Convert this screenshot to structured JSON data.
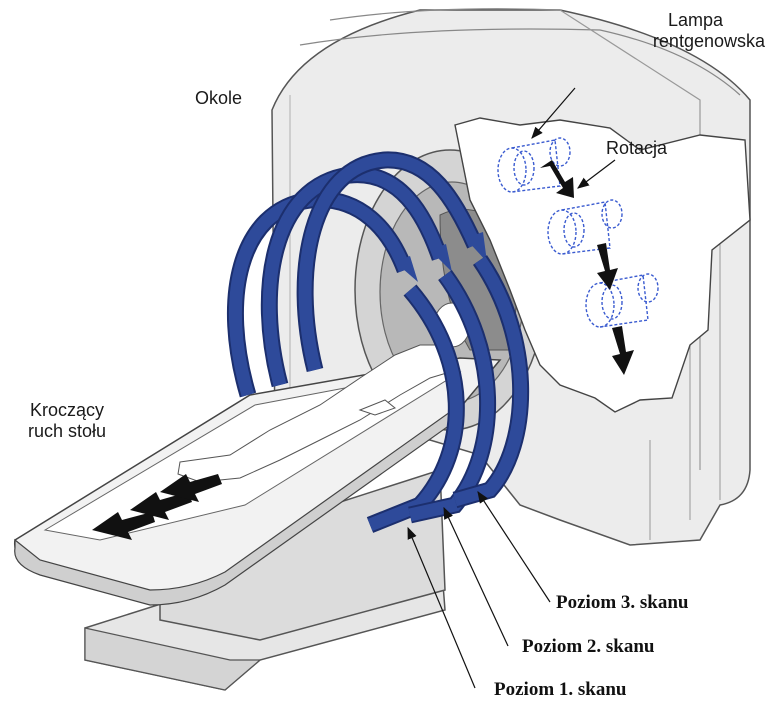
{
  "labels": {
    "gantry": "Okole",
    "tube_line1": "Lampa",
    "tube_line2": "rentgenowska",
    "rotation": "Rotacja",
    "table_line1": "Kroczący",
    "table_line2": "ruch stołu",
    "scan3": "Poziom 3. skanu",
    "scan2": "Poziom 2. skanu",
    "scan1": "Poziom 1. skanu"
  },
  "colors": {
    "helix_blue": "#2e4a9a",
    "helix_edge": "#1c2f6e",
    "gantry_fill": "#ececec",
    "gantry_shadow": "#cfcfcf",
    "cutaway_fill": "#ffffff",
    "tube_dots": "#3a5bd0",
    "arrow_black": "#111111",
    "bore_dark": "#8c8c8c"
  },
  "icons": [
    "x-ray-tube-icon",
    "rotation-arrow-icon",
    "table-motion-arrow-icon",
    "helix-scan-arrow-icon"
  ]
}
